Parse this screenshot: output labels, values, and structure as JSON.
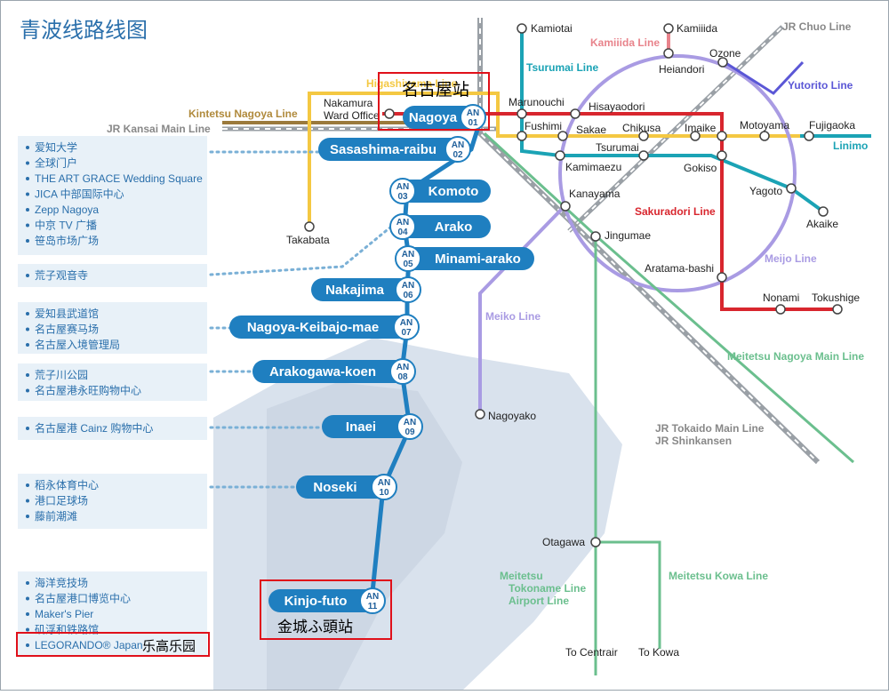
{
  "title": "青波线路线图",
  "colors": {
    "aonami": "#1f7fc0",
    "higashiyama": "#f4c842",
    "meijo": "#a99be3",
    "sakuradori": "#d8262e",
    "tsurumai": "#1ba3b5",
    "kamiiida": "#e8838b",
    "meitetsu": "#6bbf8e",
    "meiko": "#a99be3",
    "kintetsu": "#9b7a3c",
    "jr": "#9aa0a6",
    "yutorito": "#5b57d6",
    "highlight": "#e0101a",
    "sidebar_bg": "#e8f1f8",
    "sidebar_text": "#2a6fab",
    "water": "#b9c7d9"
  },
  "stations": [
    {
      "name": "Nagoya",
      "code": "AN",
      "num": "01"
    },
    {
      "name": "Sasashima-raibu",
      "code": "AN",
      "num": "02"
    },
    {
      "name": "Komoto",
      "code": "AN",
      "num": "03"
    },
    {
      "name": "Arako",
      "code": "AN",
      "num": "04"
    },
    {
      "name": "Minami-arako",
      "code": "AN",
      "num": "05"
    },
    {
      "name": "Nakajima",
      "code": "AN",
      "num": "06"
    },
    {
      "name": "Nagoya-Keibajo-mae",
      "code": "AN",
      "num": "07"
    },
    {
      "name": "Arakogawa-koen",
      "code": "AN",
      "num": "08"
    },
    {
      "name": "Inaei",
      "code": "AN",
      "num": "09"
    },
    {
      "name": "Noseki",
      "code": "AN",
      "num": "10"
    },
    {
      "name": "Kinjo-futo",
      "code": "AN",
      "num": "11"
    }
  ],
  "annotations": {
    "nagoya_zh": "名古屋站",
    "kinjo_zh": "金城ふ頭站",
    "lego_zh": "乐高乐园"
  },
  "sidebar_groups": [
    [
      "爱知大学",
      "全球门户",
      "THE ART GRACE Wedding Square",
      "JICA 中部国际中心",
      "Zepp Nagoya",
      "中京 TV 广播",
      "笹岛市场广场"
    ],
    [
      "荒子观音寺"
    ],
    [
      "爱知县武道馆",
      "名古屋赛马场",
      "名古屋入境管理局"
    ],
    [
      "荒子川公园",
      "名古屋港永旺购物中心"
    ],
    [
      "名古屋港 Cainz 购物中心"
    ],
    [
      "稻永体育中心",
      "港口足球场",
      "藤前潮滩"
    ],
    [
      "海洋竞技场",
      "名古屋港口博览中心",
      "Maker's Pier",
      "矶浮和铁路馆",
      "LEGORANDO® Japan"
    ]
  ],
  "line_labels": {
    "kintetsu": "Kintetsu Nagoya Line",
    "jr_kansai": "JR Kansai Main Line",
    "tsurumai": "Tsurumai Line",
    "kamiiida": "Kamiiida Line",
    "jr_chuo": "JR Chuo Line",
    "yutorito": "Yutorito Line",
    "linimo": "Linimo",
    "sakuradori": "Sakuradori Line",
    "meijo": "Meijo Line",
    "meiko": "Meiko Line",
    "meitetsu_main": "Meitetsu Nagoya Main Line",
    "jr_tokaido": "JR Tokaido Main Line",
    "jr_shinkansen": "JR Shinkansen",
    "meitetsu_tokoname_1": "Meitetsu",
    "meitetsu_tokoname_2": "Tokoname Line",
    "meitetsu_tokoname_3": "Airport Line",
    "meitetsu_kowa": "Meitetsu Kowa Line",
    "higashiyama": "Higashiyama Line"
  },
  "other_stations": {
    "kamiotai": "Kamiotai",
    "kamiiida": "Kamiiida",
    "heiandori": "Heiandori",
    "ozone": "Ozone",
    "marunouchi": "Marunouchi",
    "hisayaodori": "Hisayaodori",
    "fushimi": "Fushimi",
    "sakae": "Sakae",
    "chikusa": "Chikusa",
    "imaike": "Imaike",
    "motoyama": "Motoyama",
    "fujigaoka": "Fujigaoka",
    "tsurumai": "Tsurumai",
    "kamimaezu": "Kamimaezu",
    "gokiso": "Gokiso",
    "yagoto": "Yagoto",
    "kanayama": "Kanayama",
    "jingumae": "Jingumae",
    "akaike": "Akaike",
    "aratama": "Aratama-bashi",
    "nonami": "Nonami",
    "tokushige": "Tokushige",
    "nagoyako": "Nagoyako",
    "otagawa": "Otagawa",
    "to_centrair": "To Centrair",
    "to_kowa": "To Kowa",
    "takabata": "Takabata",
    "nakamura_1": "Nakamura",
    "nakamura_2": "Ward Office"
  }
}
